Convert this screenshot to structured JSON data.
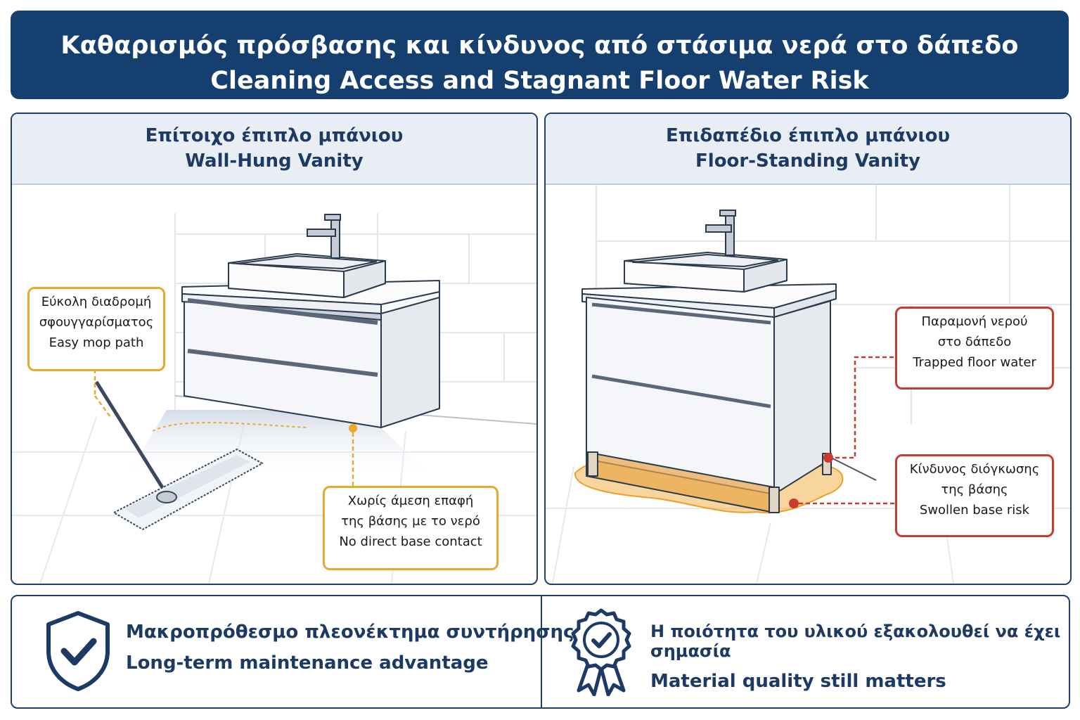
{
  "header": {
    "title_el": "Καθαρισμός πρόσβασης και κίνδυνος από στάσιμα νερά στο δάπεδο",
    "title_en": "Cleaning Access and Stagnant Floor Water Risk"
  },
  "left_panel": {
    "title_el": "Επίτοιχο έπιπλο μπάνιου",
    "title_en": "Wall-Hung Vanity",
    "callout_mop": {
      "line1": "Εύκολη διαδρομή",
      "line2": "σφουγγαρίσματος",
      "line3": "Easy mop path"
    },
    "callout_contact": {
      "line1": "Χωρίς άμεση επαφή",
      "line2": "της βάσης με το νερό",
      "line3": "No direct base contact"
    }
  },
  "right_panel": {
    "title_el": "Επιδαπέδιο έπιπλο μπάνιου",
    "title_en": "Floor-Standing Vanity",
    "callout_water": {
      "line1": "Παραμονή νερού",
      "line2": "στο δάπεδο",
      "line3": "Trapped floor water"
    },
    "callout_swell": {
      "line1": "Κίνδυνος διόγκωσης",
      "line2": "της βάσης",
      "line3": "Swollen base risk"
    }
  },
  "footer": {
    "left": {
      "icon": "shield-check-icon",
      "line_el": "Μακροπρόθεσμο πλεονέκτημα συντήρησης",
      "line_en": "Long-term maintenance advantage"
    },
    "right": {
      "icon": "rosette-check-icon",
      "line_el": "Η ποιότητα του υλικού εξακολουθεί να έχει σημασία",
      "line_en": "Material quality still matters"
    }
  },
  "colors": {
    "navy": "#153f6e",
    "accent_orange": "#e9a92a",
    "accent_red": "#c93a32",
    "water": "#f2b24a"
  }
}
